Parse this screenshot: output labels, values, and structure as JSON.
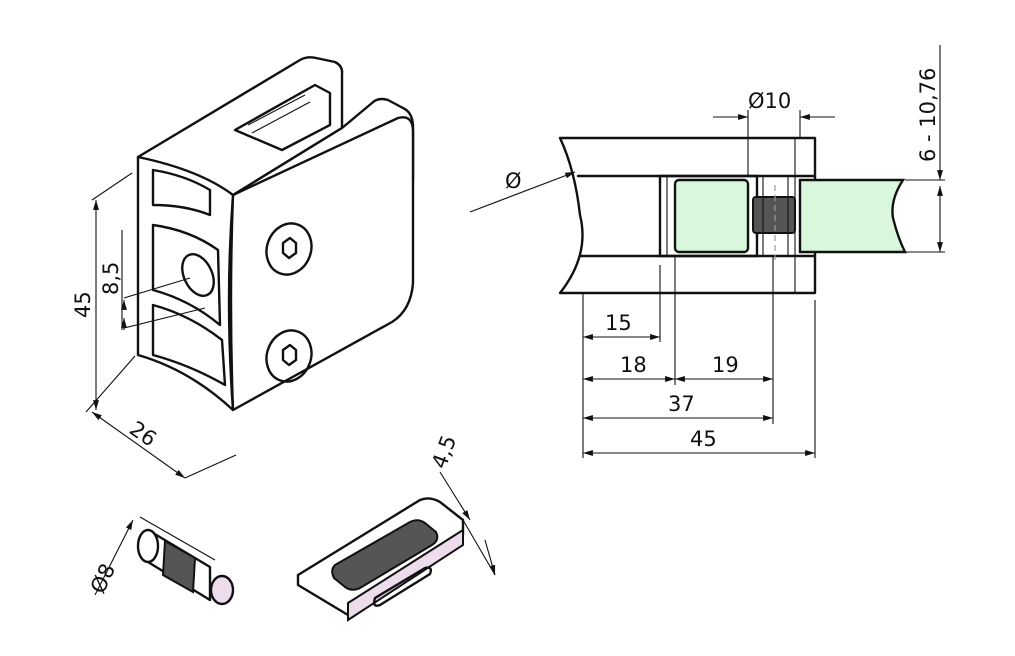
{
  "title": "Glass clamp technical drawing",
  "iso_view": {
    "height_label": "45",
    "slot_label": "8,5",
    "depth_label": "26"
  },
  "pin_part": {
    "diameter_label": "Ø8"
  },
  "gasket_part": {
    "thickness_label": "4,5"
  },
  "section_view": {
    "tube_diameter_label": "Ø",
    "pin_diameter_label": "Ø10",
    "glass_thickness_label": "6 - 10,76",
    "dims": [
      "15",
      "18",
      "19",
      "37",
      "45"
    ]
  },
  "colors": {
    "glass": "#d9f7dc",
    "rubber": "#555555",
    "pin_end": "#ecdcec",
    "line": "#111111"
  }
}
